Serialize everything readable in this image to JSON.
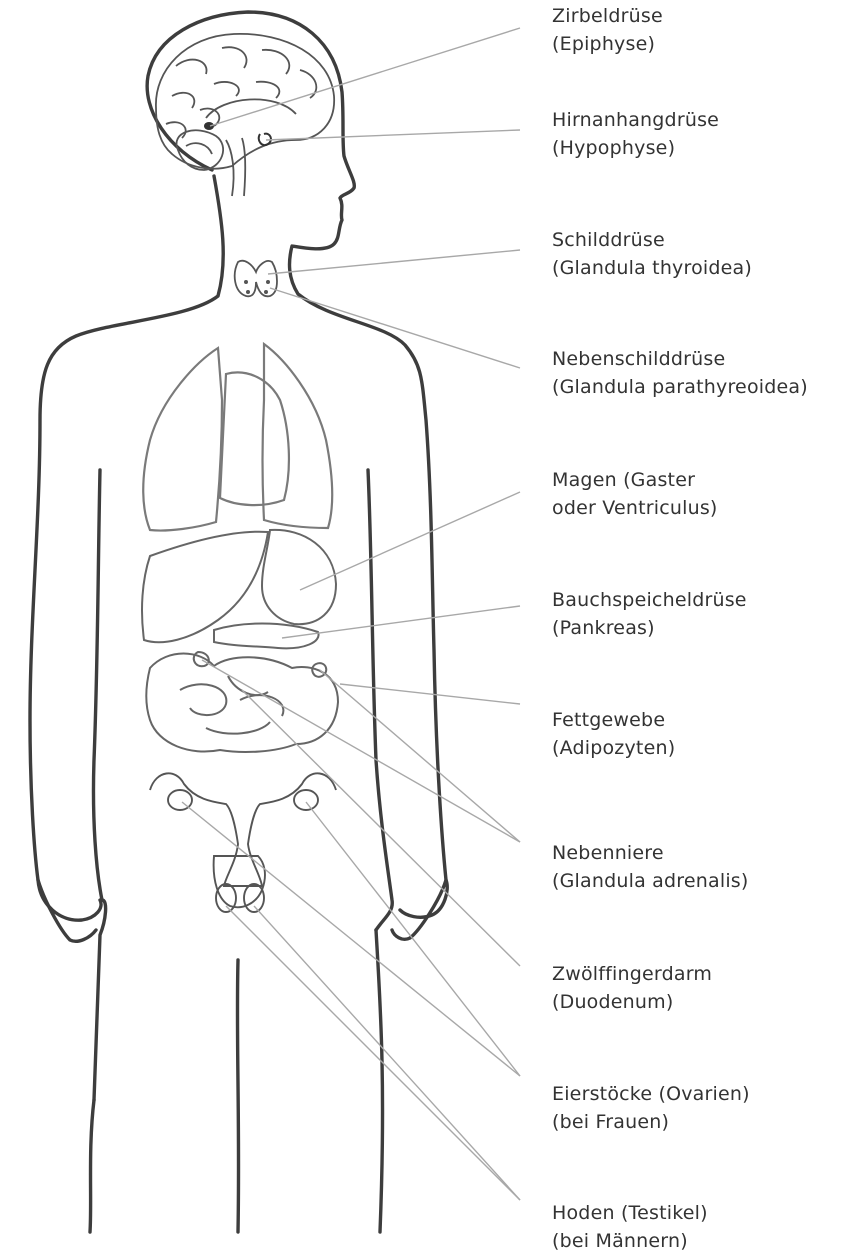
{
  "colors": {
    "outline": "#3d3d3d",
    "organ": "#8a8a8a",
    "leader": "#a8a8a8",
    "text": "#333333",
    "background": "#ffffff"
  },
  "labels": [
    {
      "id": "zirbeldruese",
      "line1": "Zirbeldrüse",
      "line2": "(Epiphyse)"
    },
    {
      "id": "hirnanhangdruese",
      "line1": "Hirnanhangdrüse",
      "line2": "(Hypophyse)"
    },
    {
      "id": "schilddruese",
      "line1": "Schilddrüse",
      "line2": "(Glandula thyroidea)"
    },
    {
      "id": "nebenschilddruese",
      "line1": "Nebenschilddrüse",
      "line2": "(Glandula parathyreoidea)"
    },
    {
      "id": "magen",
      "line1": "Magen (Gaster",
      "line2": "oder Ventriculus)"
    },
    {
      "id": "bauchspeicheldruese",
      "line1": "Bauchspeicheldrüse",
      "line2": "(Pankreas)"
    },
    {
      "id": "fettgewebe",
      "line1": "Fettgewebe",
      "line2": "(Adipozyten)"
    },
    {
      "id": "nebenniere",
      "line1": "Nebenniere",
      "line2": "(Glandula adrenalis)"
    },
    {
      "id": "zwoelffingerdarm",
      "line1": "Zwölffingerdarm",
      "line2": "(Duodenum)"
    },
    {
      "id": "eierstoecke",
      "line1": "Eierstöcke (Ovarien)",
      "line2": "(bei Frauen)"
    },
    {
      "id": "hoden",
      "line1": "Hoden (Testikel)",
      "line2": "(bei Männern)"
    }
  ]
}
